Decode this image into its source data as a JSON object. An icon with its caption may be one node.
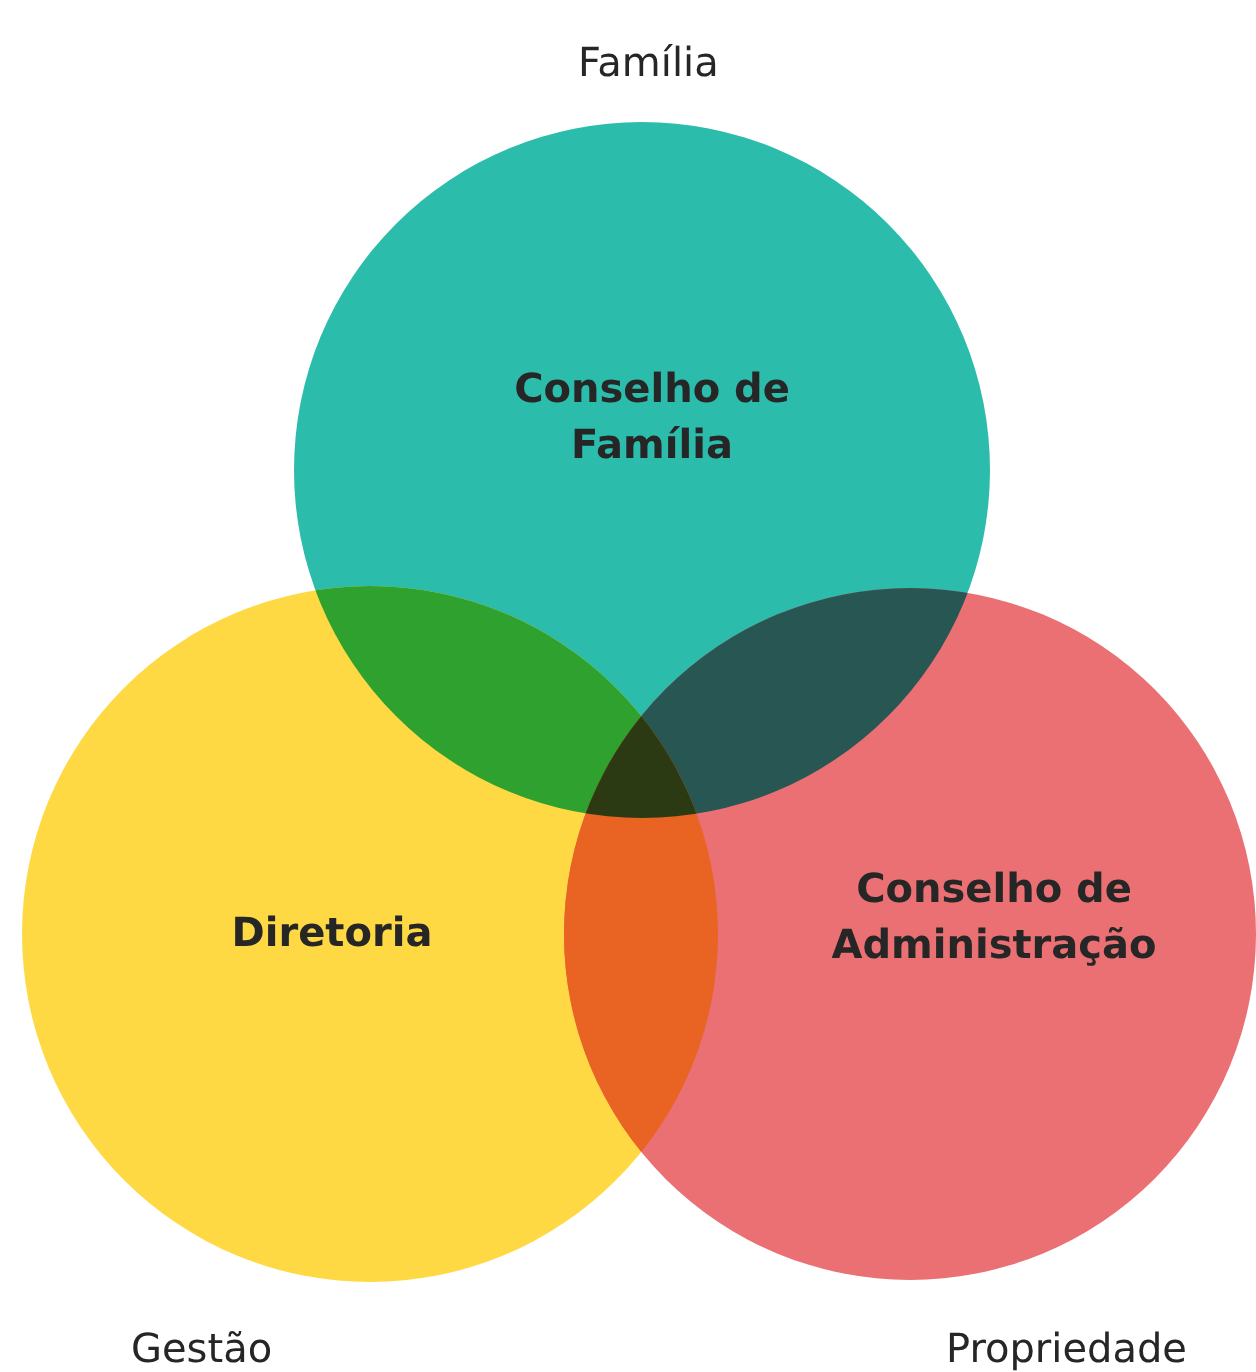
{
  "diagram": {
    "nodes": [
      {
        "text": [
          "Conselho de Família"
        ],
        "beside": [
          "Família"
        ]
      },
      {
        "text": [
          "Diretoria"
        ],
        "beside": [
          "Gestão"
        ]
      },
      {
        "text": [
          "Conselho de Administração"
        ],
        "beside": [
          "Propriedade"
        ]
      }
    ]
  }
}
